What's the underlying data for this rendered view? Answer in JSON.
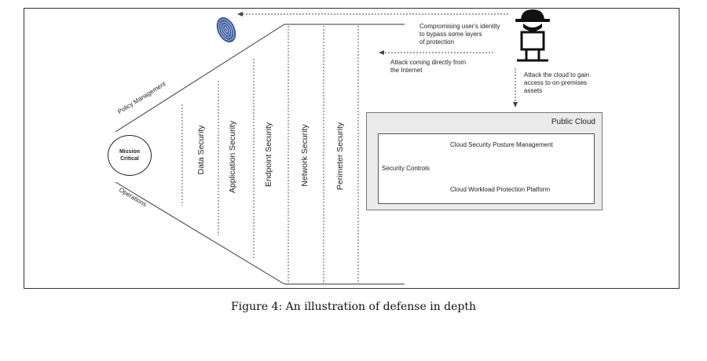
{
  "layers": [
    {
      "label": "Data Security"
    },
    {
      "label": "Application Security"
    },
    {
      "label": "Endpoint Security"
    },
    {
      "label": "Network Security"
    },
    {
      "label": "Perimeter Security"
    }
  ],
  "mission": {
    "line1": "Mission",
    "line2": "Critical"
  },
  "side_labels": {
    "policy": "Policy Management",
    "operations": "Operations"
  },
  "attacks": {
    "identity": {
      "line1": "Compromising user's identity",
      "line2": "to bypass some layers",
      "line3": "of protection"
    },
    "internet": {
      "line1": "Attack coming directly from",
      "line2": "the Internet"
    },
    "cloud": {
      "line1": "Attack the cloud to gain",
      "line2": "access to on-premises",
      "line3": "assets"
    }
  },
  "public_cloud": {
    "title": "Public Cloud",
    "controls_label": "Security Controls",
    "items": [
      "Cloud Security Posture Management",
      "Cloud Workload Protection Platform"
    ]
  },
  "icons": {
    "fingerprint": "fingerprint-icon",
    "attacker": "hacker-icon"
  },
  "caption": "Figure 4: An illustration of defense in depth"
}
